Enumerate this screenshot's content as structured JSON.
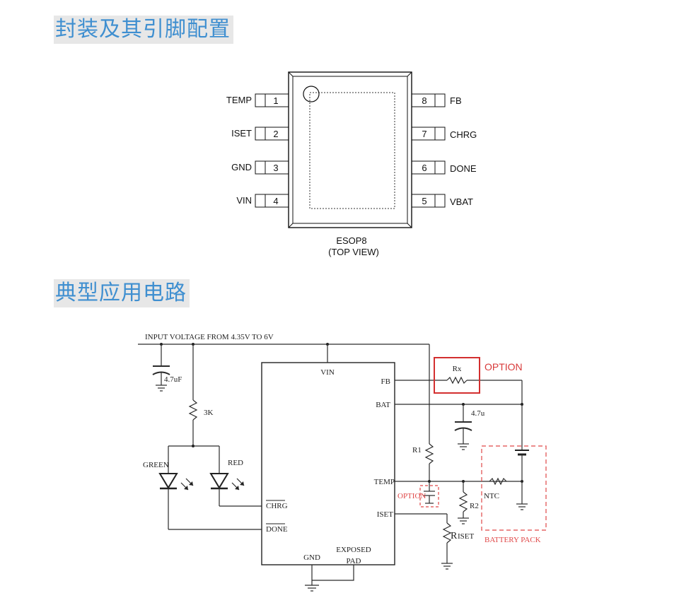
{
  "headings": {
    "package": "封装及其引脚配置",
    "application": "典型应用电路"
  },
  "package": {
    "name": "ESOP8",
    "view": "(TOP VIEW)",
    "pins_left": [
      {
        "num": "1",
        "name": "TEMP"
      },
      {
        "num": "2",
        "name": "ISET"
      },
      {
        "num": "3",
        "name": "GND"
      },
      {
        "num": "4",
        "name": "VIN"
      }
    ],
    "pins_right": [
      {
        "num": "8",
        "name": "FB"
      },
      {
        "num": "7",
        "name": "CHRG"
      },
      {
        "num": "6",
        "name": "DONE"
      },
      {
        "num": "5",
        "name": "VBAT"
      }
    ]
  },
  "schematic": {
    "input_label": "INPUT VOLTAGE FROM 4.35V TO 6V",
    "cap_in": "4.7uF",
    "r_led": "3K",
    "led_green": "GREEN",
    "led_red": "RED",
    "chip_pins": {
      "vin": "VIN",
      "fb": "FB",
      "bat": "BAT",
      "temp": "TEMP",
      "iset": "ISET",
      "chrg": "CHRG",
      "done": "DONE",
      "gnd": "GND",
      "exposed": "EXPOSED",
      "pad": "PAD"
    },
    "rx": "Rx",
    "option_red": "OPTION",
    "cap_out": "4.7u",
    "r1": "R1",
    "r2": "R2",
    "ntc": "NTC",
    "option_small": "OPTION",
    "riset_r": "R",
    "riset_sub": "ISET",
    "battery_pack": "BATTERY PACK"
  }
}
